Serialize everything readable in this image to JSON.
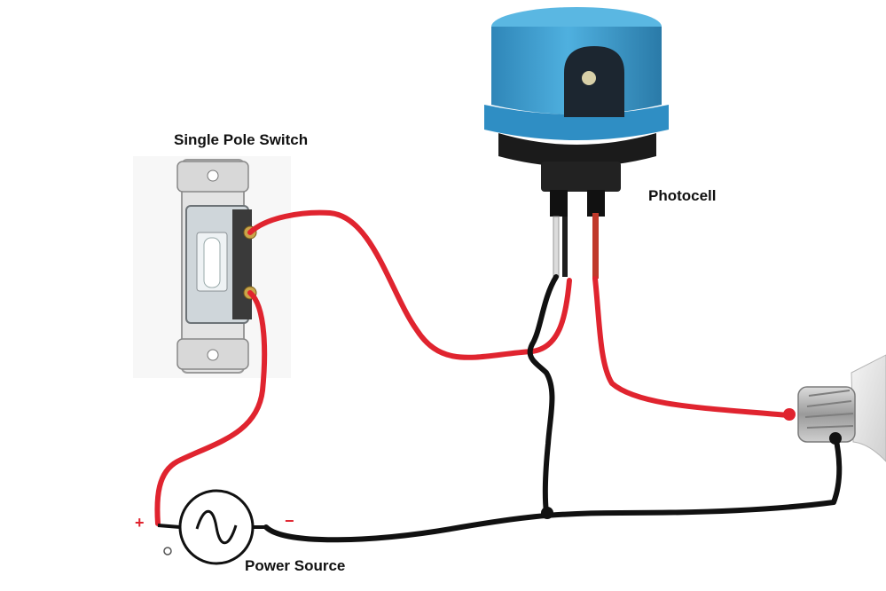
{
  "labels": {
    "switch": "Single Pole Switch",
    "photocell": "Photocell",
    "power_source": "Power Source",
    "plus": "+",
    "minus": "−"
  },
  "colors": {
    "hot_wire": "#e0242f",
    "neutral_wire": "#111111",
    "photocell_body": "#3d9bcf",
    "switch_plate": "#ececec"
  },
  "components": [
    "single-pole-switch",
    "photocell",
    "power-source",
    "light-bulb"
  ]
}
